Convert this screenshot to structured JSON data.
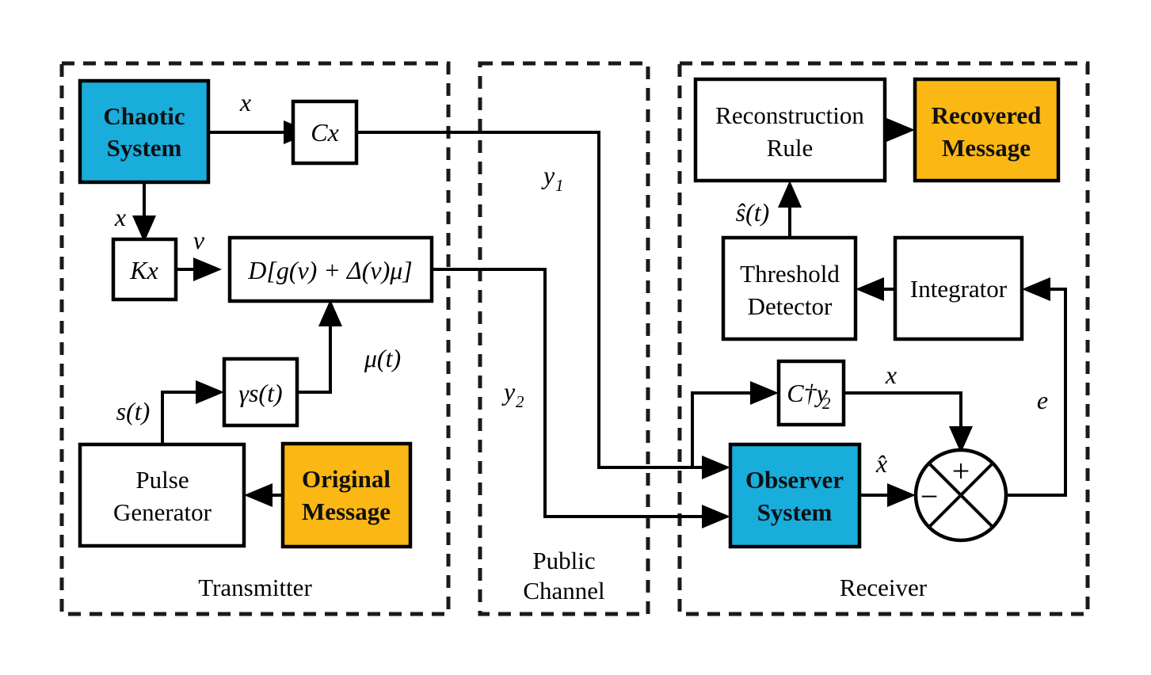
{
  "diagram": {
    "title": "Chaotic communication system block diagram",
    "colors": {
      "blue": "#19ADDC",
      "orange": "#FBB713",
      "line": "#000000",
      "dashed": "#1a1a1a",
      "background": "#ffffff"
    },
    "zones": [
      {
        "id": "transmitter",
        "label": "Transmitter"
      },
      {
        "id": "public-channel",
        "label_line1": "Public",
        "label_line2": "Channel"
      },
      {
        "id": "receiver",
        "label": "Receiver"
      }
    ],
    "blocks": {
      "chaotic_system": {
        "line1": "Chaotic",
        "line2": "System",
        "style": "blue"
      },
      "cx": {
        "text": "Cx",
        "style": "plain"
      },
      "kx": {
        "text": "Kx",
        "style": "plain"
      },
      "dgv": {
        "text": "D[g(v) + Δ(v)μ]",
        "style": "plain"
      },
      "gamma_s": {
        "text": "γs(t)",
        "style": "plain"
      },
      "pulse_generator": {
        "line1": "Pulse",
        "line2": "Generator",
        "style": "plain"
      },
      "original_message": {
        "line1": "Original",
        "line2": "Message",
        "style": "orange"
      },
      "reconstruction_rule": {
        "line1": "Reconstruction",
        "line2": "Rule",
        "style": "plain"
      },
      "recovered_message": {
        "line1": "Recovered",
        "line2": "Message",
        "style": "orange"
      },
      "threshold_detector": {
        "line1": "Threshold",
        "line2": "Detector",
        "style": "plain"
      },
      "integrator": {
        "text": "Integrator",
        "style": "plain"
      },
      "c_dag_y2": {
        "text": "C†y",
        "sub": "2",
        "style": "plain"
      },
      "observer_system": {
        "line1": "Observer",
        "line2": "System",
        "style": "blue"
      },
      "summing_junction": {
        "plus": "+",
        "minus": "−",
        "style": "circle-cross"
      }
    },
    "signals": [
      {
        "id": "x-chaotic-to-cx",
        "label": "x"
      },
      {
        "id": "x-chaotic-to-kx",
        "label": "x"
      },
      {
        "id": "v-kx-to-d",
        "label": "v"
      },
      {
        "id": "mu-t",
        "label": "μ(t)"
      },
      {
        "id": "s-t",
        "label": "s(t)"
      },
      {
        "id": "y1",
        "label": "y",
        "sub": "1"
      },
      {
        "id": "y2",
        "label": "y",
        "sub": "2"
      },
      {
        "id": "s-tilde-t",
        "label": "ŝ(t)"
      },
      {
        "id": "x-cdag-out",
        "label": "x"
      },
      {
        "id": "x-hat-observer",
        "label": "x̂"
      },
      {
        "id": "e-error",
        "label": "e"
      }
    ]
  }
}
